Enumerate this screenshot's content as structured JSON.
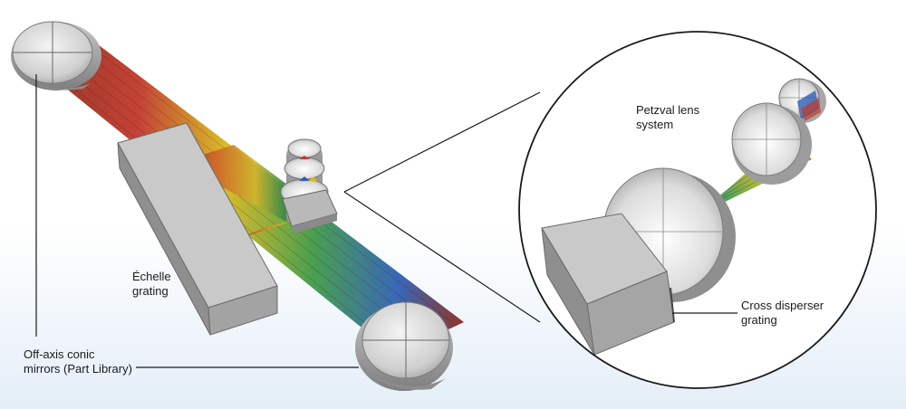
{
  "labels": {
    "echelle": "Échelle\ngrating",
    "mirrors": "Off-axis conic\nmirrors (Part Library)",
    "petzval": "Petzval lens\nsystem",
    "cross": "Cross disperser\ngrating"
  },
  "colors": {
    "background_bottom": "#e4eef8",
    "metal_light": "#e6e6e6",
    "metal_mid": "#bdbdbd",
    "metal_dark": "#8a8a8a",
    "grating_face": "#c9c9c9",
    "grating_side": "#8f8f8f",
    "ray_red": "#c0392b",
    "ray_yellow": "#d8b81e",
    "ray_green": "#3f9b46",
    "ray_blue": "#2e5fb5",
    "outline": "#1a1a1a"
  }
}
